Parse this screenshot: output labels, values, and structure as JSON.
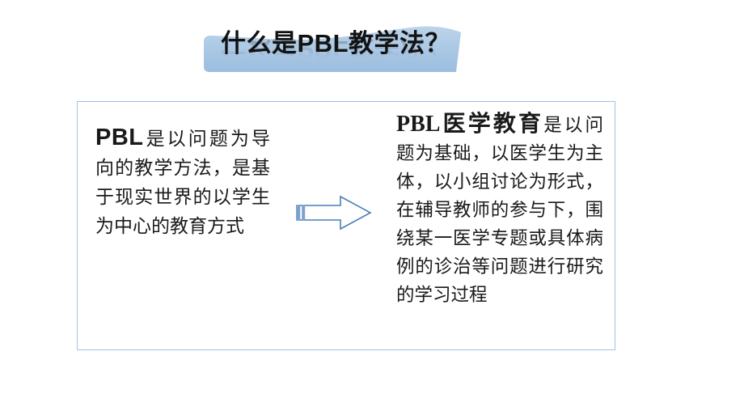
{
  "slide": {
    "background_color": "#ffffff",
    "title": {
      "text": "什么是PBL教学法？",
      "banner_fill_top": "#b7d0e8",
      "banner_fill_bottom": "#9dbfe0",
      "text_color": "#121212",
      "has_reflection": true
    },
    "content_box": {
      "border_color": "#9dc3e6",
      "fill_color": "#ffffff"
    },
    "left_block": {
      "lead": "PBL",
      "body": "是以问题为导向的教学方法，是基于现实世界的以学生为中心的教育方式"
    },
    "arrow": {
      "direction": "right",
      "outline_color": "#4a7ebb",
      "fill_color": "#ffffff",
      "tail_bar_color": "#7ba2cc"
    },
    "right_block": {
      "lead": "PBL医学教育",
      "body": "是以问题为基础，以医学生为主体，以小组讨论为形式，在辅导教师的参与下，围绕某一医学专题或具体病例的诊治等问题进行研究的学习过程"
    }
  }
}
